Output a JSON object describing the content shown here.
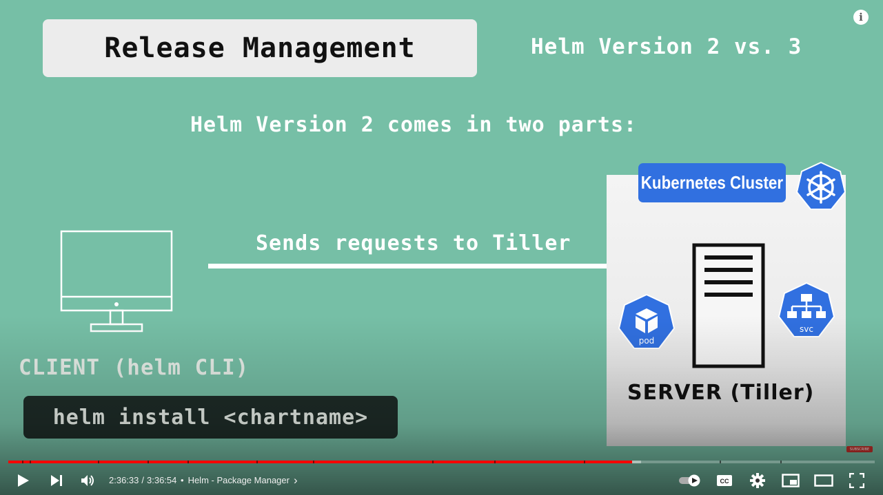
{
  "slide": {
    "title": "Release Management",
    "subtitle": "Helm Version 2 vs. 3",
    "heading": "Helm Version 2 comes in two parts:",
    "client_label": "CLIENT (helm CLI)",
    "command": "helm install <chartname>",
    "arrow_label": "Sends requests to Tiller",
    "cluster_label": "Kubernetes Cluster",
    "pod_label": "pod",
    "svc_label": "svc",
    "server_label": "SERVER (Tiller)",
    "colors": {
      "background": "#76bfa6",
      "kubernetes_blue": "#3170e0",
      "command_bg": "#1e2c28"
    }
  },
  "player": {
    "current_time": "2:36:33",
    "time_separator": "/",
    "duration": "3:36:54",
    "chapter_separator": "•",
    "chapter_title": "Helm - Package Manager",
    "chapter_chevron": "›",
    "info_symbol": "i",
    "subscribe_text": "SUBSCRIBE",
    "progress_played_fraction": 0.72,
    "progress_buffered_fraction": 0.73,
    "accent_color": "#ff0000",
    "icons": {
      "play": "play-icon",
      "next": "next-icon",
      "volume": "volume-icon",
      "autoplay": "autoplay-toggle-icon",
      "captions": "captions-icon",
      "settings": "gear-icon",
      "miniplayer": "miniplayer-icon",
      "theater": "theater-icon",
      "fullscreen": "fullscreen-icon"
    }
  }
}
